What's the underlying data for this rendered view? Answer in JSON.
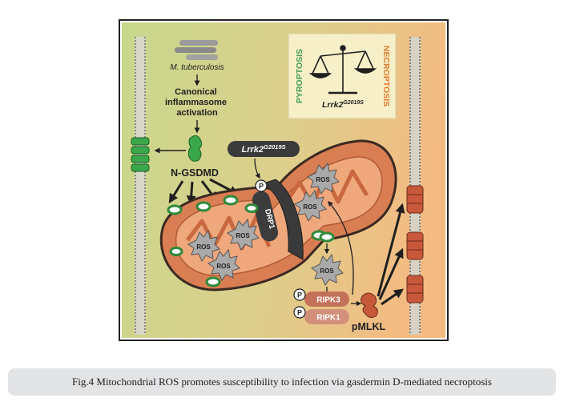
{
  "figure": {
    "pathogen": "M. tuberculosis",
    "inflammasome": [
      "Canonical",
      "inflammasome",
      "activation"
    ],
    "ngsdmd": "N-GSDMD",
    "lrrk2_main": "Lrrk2",
    "lrrk2_sup": "G2019S",
    "drp1": "DRP1",
    "phospho": "P",
    "ros": "ROS",
    "ripk3": "RIPK3",
    "ripk1": "RIPK1",
    "pmlkl": "pMLKL",
    "balance": {
      "left": "PYROPTOSIS",
      "right": "NECROPTOSIS",
      "lrrk2_main": "Lrrk2",
      "lrrk2_sup": "G2019S"
    }
  },
  "colors": {
    "background_left": "#c9d98f",
    "background_right": "#f1bf86",
    "mito": "#d97e53",
    "mito_inner": "#efa77c",
    "mito_edge": "#3a2a22",
    "gsdmd_green": "#3aa84a",
    "ripk": "#c4715a",
    "pyroptosis_green": "#3fa04a",
    "necroptosis_orange": "#e37a2a"
  },
  "caption": "Fig.4 Mitochondrial ROS promotes susceptibility to infection via gasdermin D-mediated necroptosis"
}
